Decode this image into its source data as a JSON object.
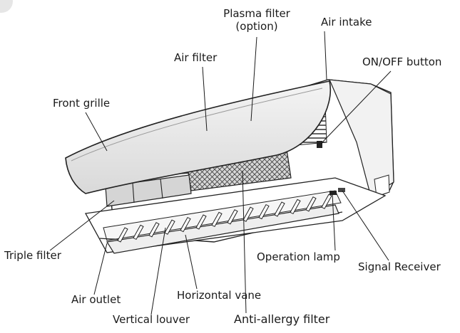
{
  "labels": {
    "plasma_filter": [
      "Plasma filter",
      "(option)"
    ],
    "air_intake": "Air intake",
    "air_filter": "Air filter",
    "on_off_button": "ON/OFF button",
    "front_grille": "Front grille",
    "triple_filter": "Triple filter",
    "operation_lamp": "Operation lamp",
    "signal_receiver": "Signal Receiver",
    "air_outlet": "Air outlet",
    "horizontal_vane": "Horizontal vane",
    "vertical_louver": "Vertical louver",
    "anti_allergy_filter": "Anti-allergy filter"
  }
}
